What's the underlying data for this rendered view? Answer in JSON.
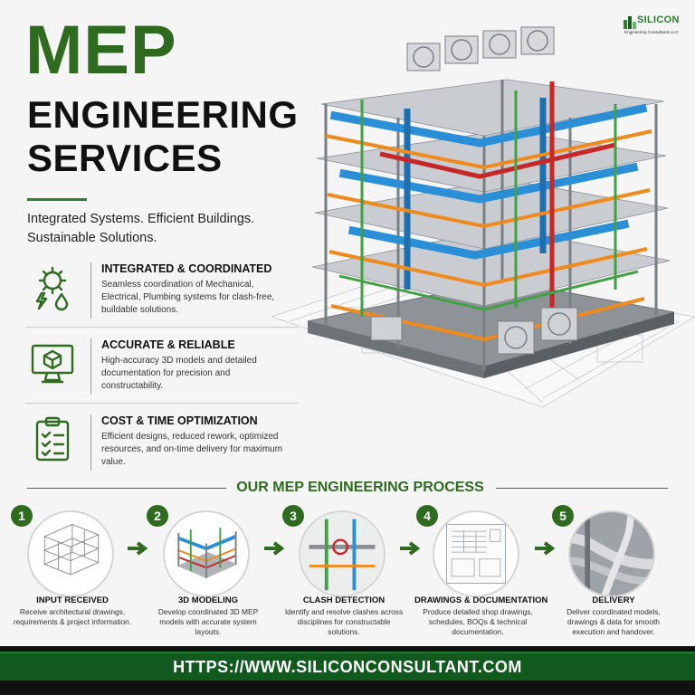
{
  "logo": {
    "name": "SILICON",
    "subtitle": "Engineering Consultants LLC"
  },
  "hero": {
    "title_line1": "MEP",
    "title_line2": "ENGINEERING",
    "title_line3": "SERVICES",
    "tagline": "Integrated Systems. Efficient Buildings. Sustainable Solutions."
  },
  "features": [
    {
      "icon": "gear-bolt-drop-icon",
      "title": "INTEGRATED & COORDINATED",
      "description": "Seamless coordination of Mechanical, Electrical, Plumbing systems for clash-free, buildable solutions."
    },
    {
      "icon": "monitor-cube-icon",
      "title": "ACCURATE & RELIABLE",
      "description": "High-accuracy 3D models and detailed documentation for precision and constructability."
    },
    {
      "icon": "clipboard-checklist-icon",
      "title": "COST & TIME OPTIMIZATION",
      "description": "Efficient designs, reduced rework, optimized resources, and on-time delivery for maximum value."
    }
  ],
  "process": {
    "title": "OUR MEP ENGINEERING PROCESS",
    "steps": [
      {
        "number": "1",
        "title": "INPUT RECEIVED",
        "description": "Receive architectural drawings, requirements & project information."
      },
      {
        "number": "2",
        "title": "3D MODELING",
        "description": "Develop coordinated 3D MEP models with accurate system layouts."
      },
      {
        "number": "3",
        "title": "CLASH DETECTION",
        "description": "Identify and resolve clashes across disciplines for constructable solutions."
      },
      {
        "number": "4",
        "title": "DRAWINGS & DOCUMENTATION",
        "description": "Produce detailed shop drawings, schedules, BOQs & technical documentation."
      },
      {
        "number": "5",
        "title": "DELIVERY",
        "description": "Deliver coordinated models, drawings & data for smooth execution and handover."
      }
    ]
  },
  "footer": {
    "url": "HTTPS://WWW.SILICONCONSULTANT.COM"
  },
  "colors": {
    "brand_green": "#2e6b1f",
    "footer_green": "#0f5a1c",
    "duct_blue": "#2a8fd6",
    "pipe_red": "#c62828",
    "tray_orange": "#ef8a1f",
    "pipe_green": "#43a047"
  }
}
